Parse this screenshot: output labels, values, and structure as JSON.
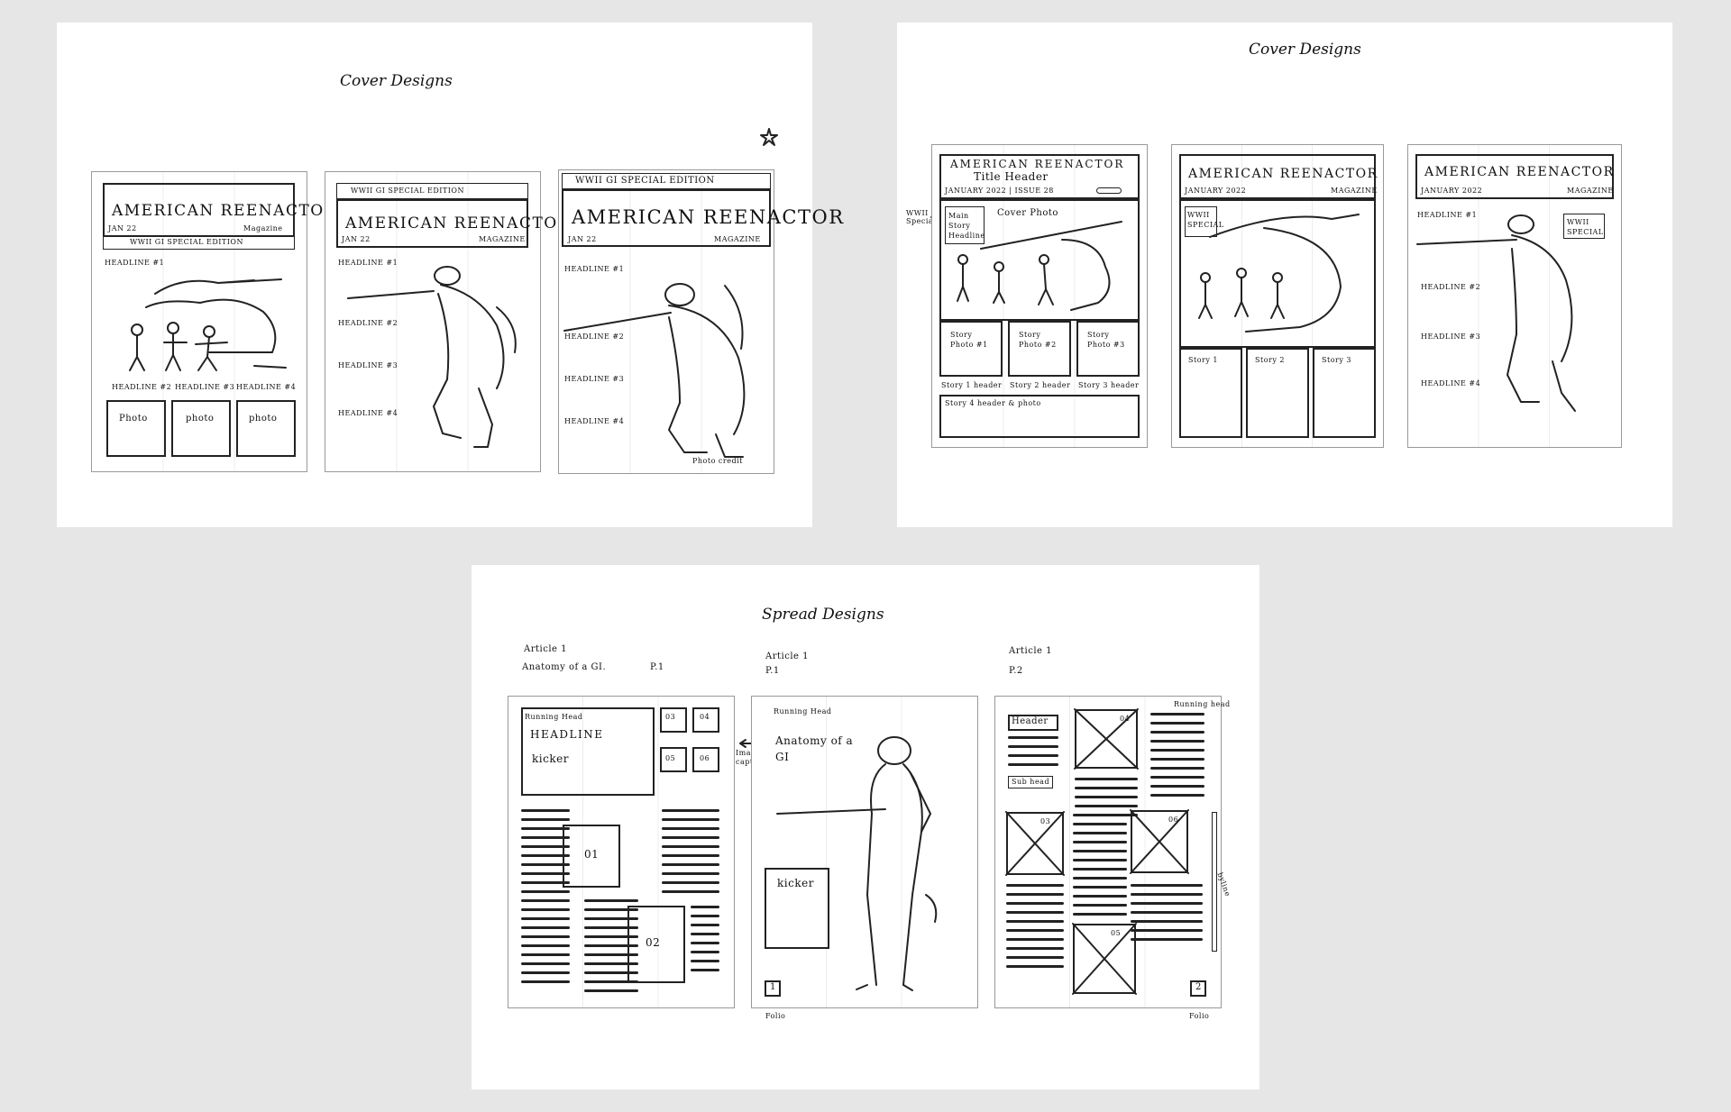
{
  "sheet1": {
    "title": "Cover Designs",
    "cover_a": {
      "masthead": "AMERICAN REENACTOR",
      "date": "JAN 22",
      "label": "Magazine",
      "edition": "WWII GI SPECIAL EDITION",
      "headline1": "HEADLINE #1",
      "headline2": "HEADLINE #2",
      "headline3": "HEADLINE #3",
      "headline4": "HEADLINE #4",
      "photo1": "Photo",
      "photo2": "photo",
      "photo3": "photo"
    },
    "cover_b": {
      "edition": "WWII GI SPECIAL EDITION",
      "masthead": "AMERICAN REENACTOR",
      "date": "JAN 22",
      "label": "MAGAZINE",
      "headline1": "HEADLINE #1",
      "headline2": "HEADLINE #2",
      "headline3": "HEADLINE #3",
      "headline4": "HEADLINE #4"
    },
    "cover_c": {
      "edition": "WWII GI SPECIAL EDITION",
      "masthead": "AMERICAN REENACTOR",
      "date": "JAN 22",
      "label": "MAGAZINE",
      "headline1": "HEADLINE #1",
      "headline2": "HEADLINE #2",
      "headline3": "HEADLINE #3",
      "headline4": "HEADLINE #4",
      "credit": "Photo credit"
    }
  },
  "sheet2": {
    "title": "Cover Designs",
    "side_note": "WWII Special",
    "cover_a": {
      "masthead": "AMERICAN REENACTOR",
      "subtitle": "Title Header",
      "date": "JANUARY 2022 | ISSUE 28",
      "main_story": "Main Story Headline",
      "cover_photo": "Cover Photo",
      "story_photo1": "Story Photo #1",
      "story_photo2": "Story Photo #2",
      "story_photo3": "Story Photo #3",
      "story_header1": "Story 1 header",
      "story_header2": "Story 2 header",
      "story_header3": "Story 3 header",
      "story4": "Story 4 header & photo"
    },
    "cover_b": {
      "masthead": "AMERICAN REENACTOR",
      "date": "JANUARY 2022",
      "label": "MAGAZINE",
      "special": "WWII SPECIAL",
      "story1": "Story 1",
      "story2": "Story 2",
      "story3": "Story 3"
    },
    "cover_c": {
      "masthead": "AMERICAN REENACTOR",
      "date": "JANUARY 2022",
      "label": "MAGAZINE",
      "special": "WWII SPECIAL",
      "headline1": "HEADLINE #1",
      "headline2": "HEADLINE #2",
      "headline3": "HEADLINE #3",
      "headline4": "HEADLINE #4"
    }
  },
  "sheet3": {
    "title": "Spread Designs",
    "col1": {
      "article": "Article 1",
      "subject": "Anatomy of a GI.",
      "page": "P.1",
      "running_head": "Running Head",
      "headline": "HEADLINE",
      "kicker": "kicker",
      "img01": "01",
      "img02": "02",
      "img03": "03",
      "img04": "04",
      "img05": "05",
      "img06": "06",
      "image_caption": "Image caption"
    },
    "col2": {
      "article": "Article 1",
      "page": "P.1",
      "running_head": "Running Head",
      "title": "Anatomy of a GI",
      "kicker": "kicker",
      "page_number": "1",
      "folio": "Folio"
    },
    "col3": {
      "article": "Article 1",
      "page": "P.2",
      "running_head": "Running head",
      "header": "Header",
      "subhead": "Sub head",
      "img03": "03",
      "img04": "04",
      "img05": "05",
      "img06": "06",
      "byline": "byline",
      "page_number": "2",
      "folio": "Folio"
    }
  }
}
